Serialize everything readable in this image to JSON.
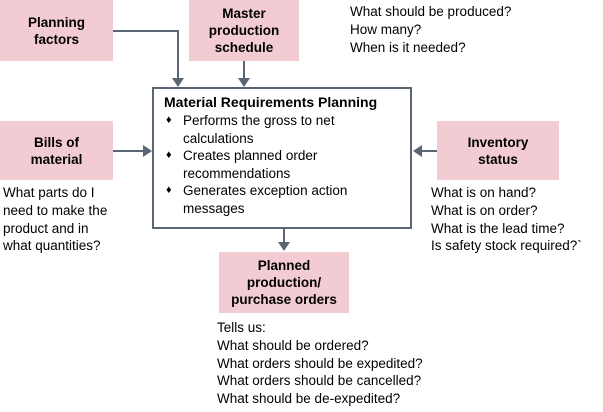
{
  "diagram": {
    "title": "Material Requirements Planning process flow",
    "colors": {
      "box_fill": "#f2ccd2",
      "connector": "#5a6673",
      "text": "#000000",
      "panel_border": "#5a6673",
      "panel_fill": "#ffffff"
    },
    "nodes": {
      "planning_factors": {
        "label_line1": "Planning",
        "label_line2": "factors"
      },
      "master_production_schedule": {
        "label_line1": "Master",
        "label_line2": "production",
        "label_line3": "schedule"
      },
      "bills_of_material": {
        "label_line1": "Bills of",
        "label_line2": "material"
      },
      "inventory_status": {
        "label_line1": "Inventory",
        "label_line2": "status"
      },
      "planned_orders": {
        "label_line1": "Planned",
        "label_line2": "production/",
        "label_line3": "purchase orders"
      },
      "mrp": {
        "title": "Material Requirements Planning",
        "bullet_glyph": "♦",
        "bullets": [
          "Performs the gross to net calculations",
          "Creates planned order recommendations",
          "Generates exception action messages"
        ]
      }
    },
    "notes": {
      "mps_questions": "What should be produced?\nHow many?\nWhen is it needed?",
      "bom_questions": "What parts do I\nneed to make the\nproduct and in\nwhat quantities?",
      "inventory_questions": "What is on hand?\nWhat is on order?\nWhat is the lead time?\nIs safety stock required?`",
      "output_questions": "Tells us:\nWhat should be ordered?\nWhat orders should be expedited?\nWhat orders should be cancelled?\nWhat should be de-expedited?"
    },
    "connectors": [
      {
        "name": "planning-factors-to-mrp",
        "type": "elbow-down"
      },
      {
        "name": "mps-to-mrp",
        "type": "down"
      },
      {
        "name": "bom-to-mrp",
        "type": "right"
      },
      {
        "name": "inventory-to-mrp",
        "type": "left"
      },
      {
        "name": "mrp-to-planned-orders",
        "type": "down"
      }
    ]
  }
}
